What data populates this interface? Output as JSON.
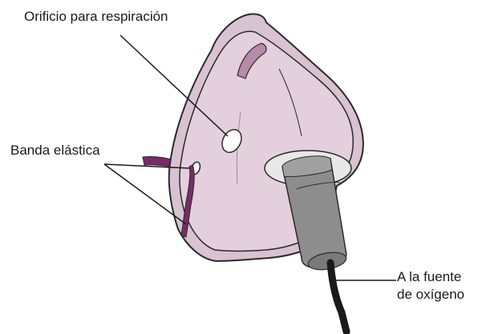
{
  "labels": {
    "breath_hole": "Orificio para respiración",
    "elastic_band": "Banda elástica",
    "oxygen_source_line1": "A la fuente",
    "oxygen_source_line2": "de oxígeno"
  },
  "colors": {
    "mask_fill": "#dcc7d4",
    "mask_shade": "#b68aa8",
    "strap": "#7a2b66",
    "tube": "#8d8d8d",
    "hose": "#1a1a1a",
    "outline": "#2a2a2a"
  }
}
